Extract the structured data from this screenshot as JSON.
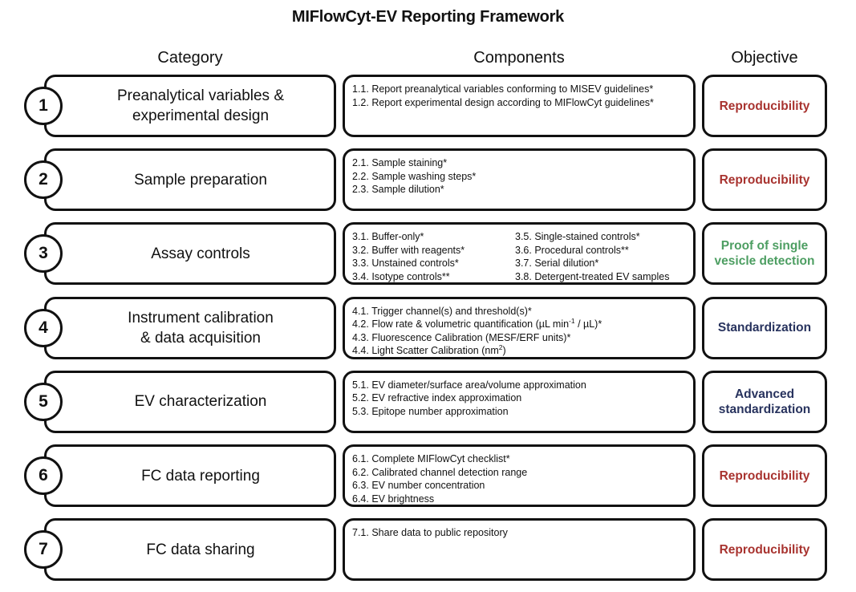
{
  "title": "MIFlowCyt-EV Reporting Framework",
  "headers": {
    "category": "Category",
    "components": "Components",
    "objective": "Objective"
  },
  "colors": {
    "reproducibility": "#a8332f",
    "proof_of_single_vesicle_detection": "#4d9e62",
    "standardization": "#28335e",
    "advanced_standardization": "#28335e",
    "box_border": "#111111",
    "background": "#ffffff"
  },
  "rows": [
    {
      "number": "1",
      "category": "Preanalytical variables &\nexperimental design",
      "components_left": [
        "1.1. Report preanalytical variables conforming to MISEV guidelines*",
        "1.2. Report experimental design according to MIFlowCyt guidelines*"
      ],
      "components_right": [],
      "objective": "Reproducibility",
      "objective_color": "#a8332f"
    },
    {
      "number": "2",
      "category": "Sample preparation",
      "components_left": [
        "2.1. Sample staining*",
        "2.2. Sample washing steps*",
        "2.3. Sample dilution*"
      ],
      "components_right": [],
      "objective": "Reproducibility",
      "objective_color": "#a8332f"
    },
    {
      "number": "3",
      "category": "Assay controls",
      "components_left": [
        "3.1. Buffer-only*",
        "3.2. Buffer with reagents*",
        "3.3. Unstained controls*",
        "3.4. Isotype controls**"
      ],
      "components_right": [
        "3.5. Single-stained controls*",
        "3.6. Procedural controls**",
        "3.7. Serial dilution*",
        "3.8. Detergent-treated EV samples"
      ],
      "objective": "Proof of single\nvesicle detection",
      "objective_color": "#4d9e62"
    },
    {
      "number": "4",
      "category": "Instrument calibration\n& data acquisition",
      "components_left": [
        "4.1. Trigger channel(s) and threshold(s)*",
        "4.2. Flow rate & volumetric quantification (µL min<sup>-1</sup> / µL)*",
        "4.3. Fluorescence Calibration (MESF/ERF units)*",
        "4.4. Light Scatter Calibration (nm<sup>2</sup>)"
      ],
      "components_right": [],
      "objective": "Standardization",
      "objective_color": "#28335e"
    },
    {
      "number": "5",
      "category": "EV characterization",
      "components_left": [
        "5.1. EV diameter/surface area/volume approximation",
        "5.2. EV refractive index approximation",
        "5.3. Epitope number approximation"
      ],
      "components_right": [],
      "objective": "Advanced\nstandardization",
      "objective_color": "#28335e"
    },
    {
      "number": "6",
      "category": "FC data reporting",
      "components_left": [
        "6.1. Complete MIFlowCyt checklist*",
        "6.2. Calibrated channel detection range",
        "6.3. EV number concentration",
        "6.4. EV brightness"
      ],
      "components_right": [],
      "objective": "Reproducibility",
      "objective_color": "#a8332f"
    },
    {
      "number": "7",
      "category": "FC data sharing",
      "components_left": [
        "7.1. Share data to public repository"
      ],
      "components_right": [],
      "objective": "Reproducibility",
      "objective_color": "#a8332f"
    }
  ]
}
